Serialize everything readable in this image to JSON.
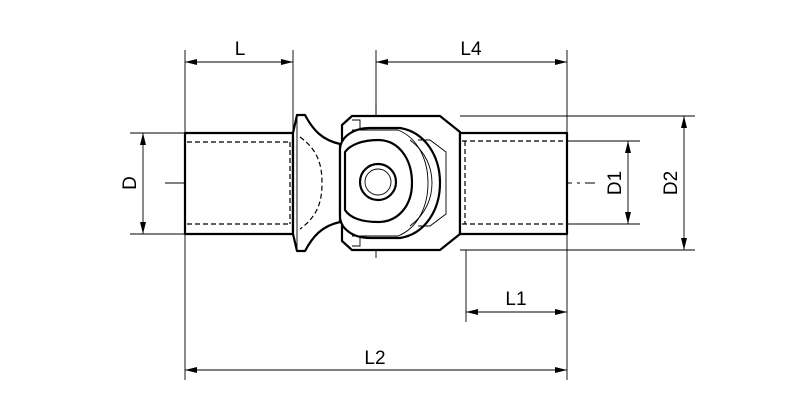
{
  "dimensions": {
    "L": "L",
    "L4": "L4",
    "L1": "L1",
    "L2": "L2",
    "D": "D",
    "D1": "D1",
    "D2": "D2"
  }
}
